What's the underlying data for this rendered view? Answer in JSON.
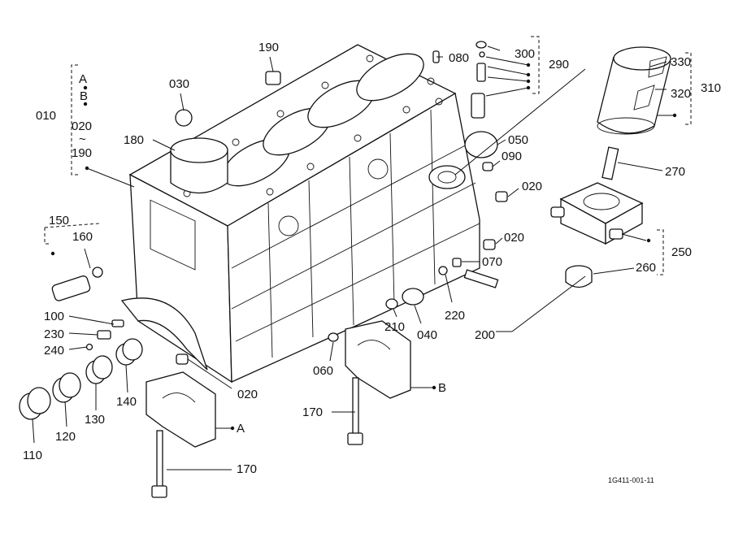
{
  "diagram": {
    "callouts": {
      "c010": "010",
      "c020_a": "020",
      "c020_b": "020",
      "c020_c": "020",
      "c020_group": "020",
      "c030": "030",
      "c040": "040",
      "c050": "050",
      "c060": "060",
      "c070": "070",
      "c080": "080",
      "c090": "090",
      "c100": "100",
      "c110": "110",
      "c120": "120",
      "c130": "130",
      "c140": "140",
      "c150": "150",
      "c160": "160",
      "c170_a": "170",
      "c170_b": "170",
      "c180": "180",
      "c190": "190",
      "c190_group": "190",
      "c200": "200",
      "c210": "210",
      "c220": "220",
      "c230": "230",
      "c240": "240",
      "c250": "250",
      "c260": "260",
      "c270": "270",
      "c290": "290",
      "c300": "300",
      "c310": "310",
      "c320": "320",
      "c330": "330"
    },
    "group_letters": {
      "a": "A",
      "b": "B",
      "tilde": "~"
    },
    "cap_refs": {
      "a": "A",
      "b": "B"
    },
    "drawing_code": "1G411-001-11"
  }
}
